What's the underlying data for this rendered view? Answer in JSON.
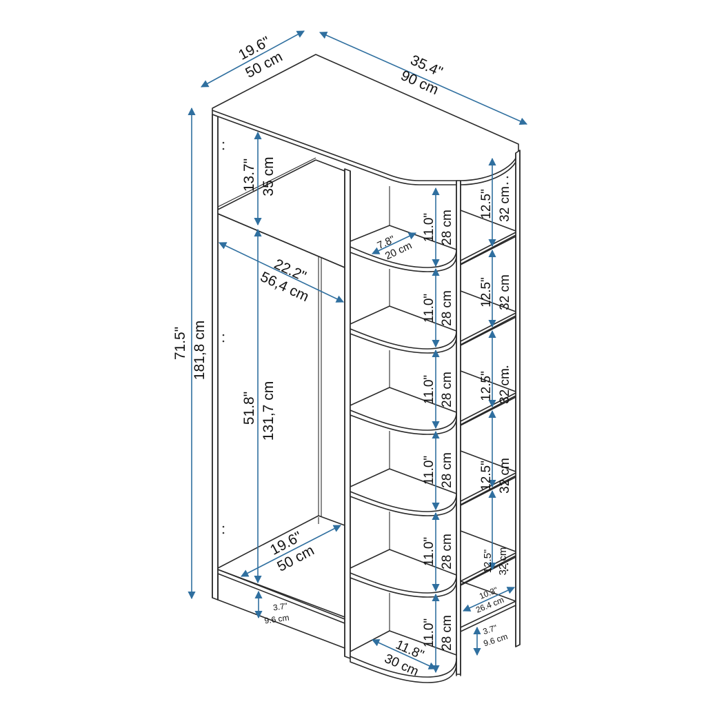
{
  "colors": {
    "line": "#2a2a2a",
    "dimension": "#2f6f9f",
    "background": "#ffffff"
  },
  "dimensions": {
    "top_depth": {
      "in": "19.6\"",
      "cm": "50 cm"
    },
    "top_width": {
      "in": "35.4\"",
      "cm": "90 cm"
    },
    "total_height": {
      "in": "71.5\"",
      "cm": "181,8 cm"
    },
    "top_compartment": {
      "in": "13.7\"",
      "cm": "35 cm"
    },
    "hanging_width": {
      "in": "22.2\"",
      "cm": "56,4 cm"
    },
    "hanging_height": {
      "in": "51.8\"",
      "cm": "131,7 cm"
    },
    "bottom_depth": {
      "in": "19.6\"",
      "cm": "50 cm"
    },
    "plinth_left": {
      "in": "3.7\"",
      "cm": "9.6 cm"
    },
    "plinth_right": {
      "in": "3.7\"",
      "cm": "9.6 cm"
    },
    "corner_shelf_small": {
      "in": "7.8\"",
      "cm": "20 cm"
    },
    "corner_shelf_bottom": {
      "in": "11.8\"",
      "cm": "30 cm"
    },
    "right_shelf_depth": {
      "in": "10.3\"",
      "cm": "26.4 cm"
    },
    "middle_shelf_spacing": [
      {
        "in": "11.0\"",
        "cm": "28 cm"
      },
      {
        "in": "11.0\"",
        "cm": "28 cm"
      },
      {
        "in": "11.0\"",
        "cm": "28 cm"
      },
      {
        "in": "11.0\"",
        "cm": "28 cm"
      },
      {
        "in": "11.0\"",
        "cm": "28 cm"
      },
      {
        "in": "11.0\"",
        "cm": "28 cm"
      }
    ],
    "right_shelf_spacing": [
      {
        "in": "12.5\"",
        "cm": "32 cm"
      },
      {
        "in": "12.5\"",
        "cm": "32 cm"
      },
      {
        "in": "12.5\"",
        "cm": "32 cm"
      },
      {
        "in": "12.5\"",
        "cm": "32 cm"
      },
      {
        "in": "12.5\"",
        "cm": "32 cm"
      }
    ]
  }
}
